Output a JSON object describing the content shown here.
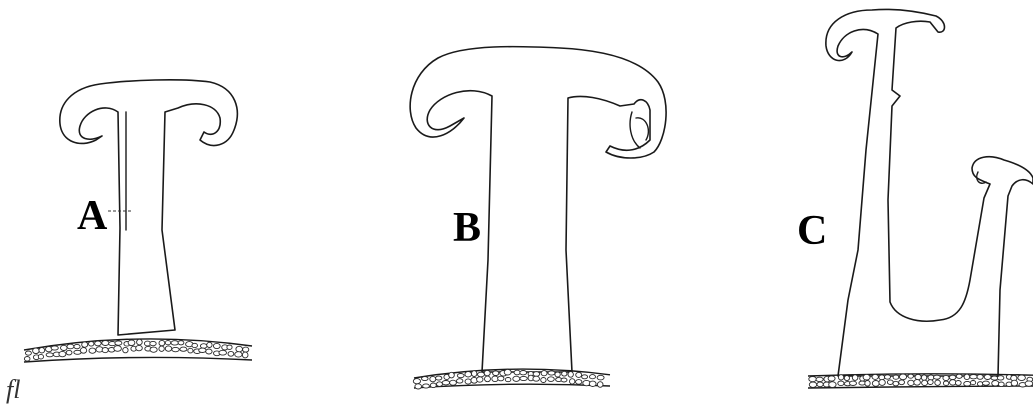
{
  "figure": {
    "panels": [
      {
        "id": "A",
        "label": "A"
      },
      {
        "id": "B",
        "label": "B"
      },
      {
        "id": "C",
        "label": "C"
      }
    ],
    "annotation": {
      "label": "fl"
    },
    "colors": {
      "ink": "#1a1a1a",
      "paper": "#ffffff"
    }
  }
}
